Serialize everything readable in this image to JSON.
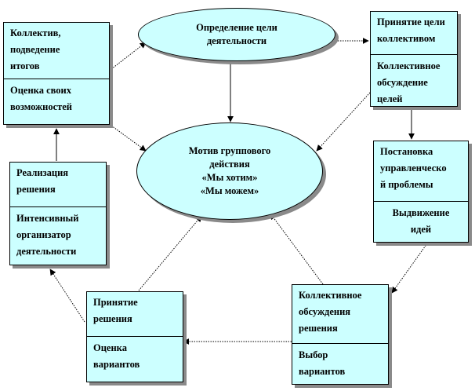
{
  "nodes": {
    "goal_definition": {
      "text": "Определение цели\nдеятельности"
    },
    "motive": {
      "text": "Мотив группового\nдействия\n«Мы хотим»\n«Мы можем»"
    },
    "team_summary": {
      "top": "Коллектив,\nподведение\nитогов",
      "bottom": "Оценка своих\nвозможностей"
    },
    "goal_acceptance": {
      "top": "Принятие цели\nколлективом",
      "bottom": "Коллективное\nобсуждение\nцелей"
    },
    "problem_statement": {
      "top": "Постановка\nуправленческо\nй проблемы",
      "bottom": "Выдвижение\nидей"
    },
    "collective_discussion": {
      "top": "Коллективное\nобсуждения\nрешения",
      "bottom": "Выбор\nвариантов"
    },
    "decision_making": {
      "top": "Принятие\nрешения",
      "bottom": "Оценка\nвариантов"
    },
    "implementation": {
      "top": "Реализация\nрешения",
      "bottom": "Интенсивный\nорганизатор\nдеятельности"
    }
  }
}
